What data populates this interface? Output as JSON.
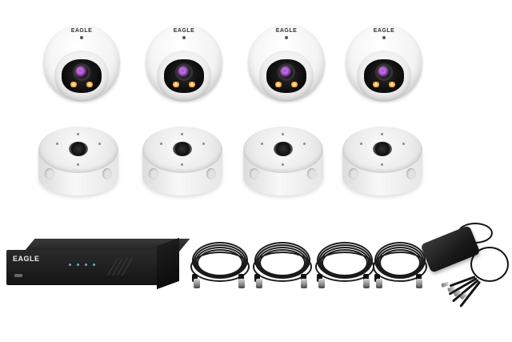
{
  "product_image": {
    "cameras": {
      "count": 4,
      "brand_text": "EAGLE"
    },
    "junction_boxes": {
      "count": 4
    },
    "recorder": {
      "brand_text": "EAGLE"
    },
    "cables": {
      "count": 4
    },
    "power_supply": {
      "outputs": 4
    },
    "colors": {
      "background": "#ffffff",
      "camera_body": "#f2f2f2",
      "recorder_body": "#1a1a1a",
      "cable": "#1b1b1b"
    }
  }
}
